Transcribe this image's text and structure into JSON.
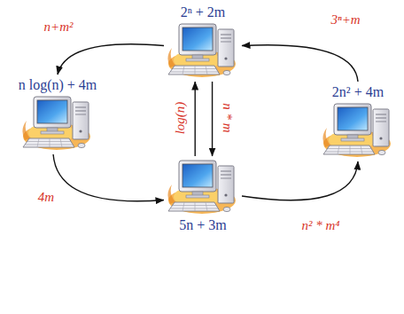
{
  "diagram": {
    "nodes": [
      {
        "text": [
          "2ⁿ + 2m"
        ]
      },
      {
        "text": [
          "n log(n) + 4m"
        ]
      },
      {
        "text": [
          "2n² + 4m"
        ]
      },
      {
        "text": [
          "5n + 3m"
        ]
      }
    ],
    "edges": [
      {
        "from": 0,
        "to": 1,
        "label": "n+m²",
        "arrow": "to"
      },
      {
        "from": 1,
        "to": 3,
        "label": "4m",
        "arrow": "to"
      },
      {
        "from": 3,
        "to": 2,
        "label": "n² * m⁴",
        "arrow": "to"
      },
      {
        "from": 2,
        "to": 0,
        "label": "3ⁿ+m",
        "arrow": "to"
      },
      {
        "from": 3,
        "to": 0,
        "label": "log(n)",
        "arrow": "to"
      },
      {
        "from": 0,
        "to": 3,
        "label": "n * m",
        "arrow": "to"
      }
    ]
  }
}
